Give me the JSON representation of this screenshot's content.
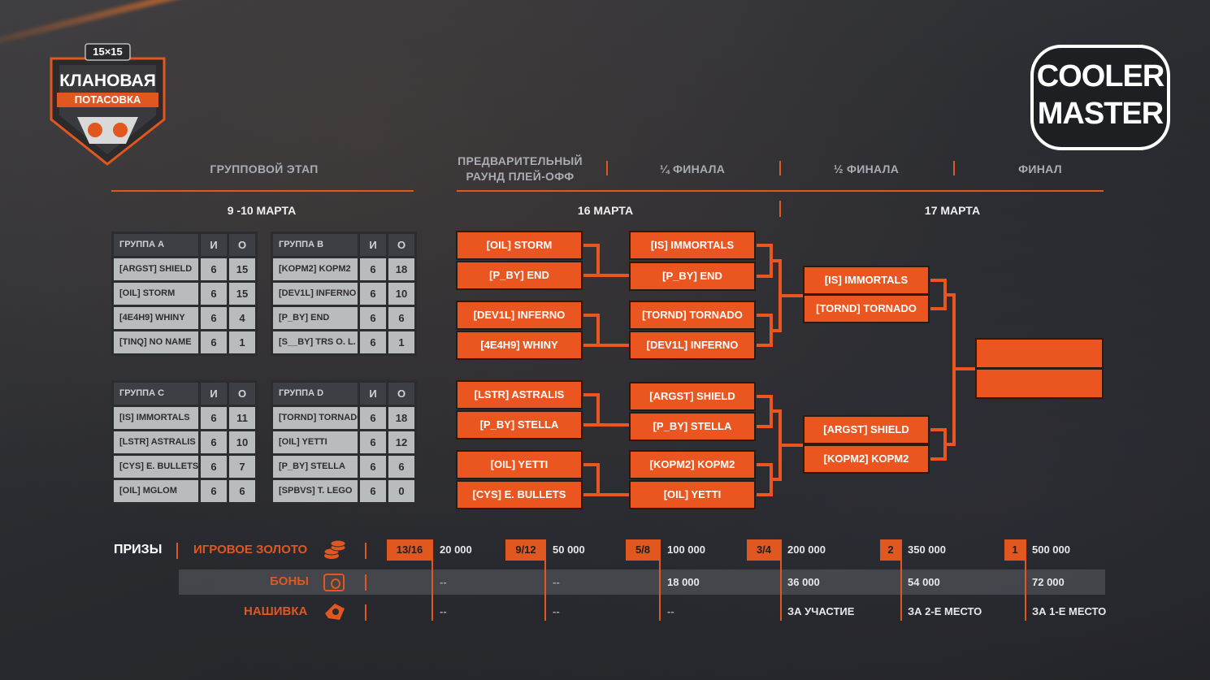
{
  "logo_left": {
    "top": "15×15",
    "line1": "КЛАНОВАЯ",
    "line2": "ПОТАСОВКА"
  },
  "logo_right": {
    "line1": "COOLER",
    "line2": "MASTER"
  },
  "stages": {
    "group": "ГРУППОВОЙ ЭТАП",
    "prelim_line1": "ПРЕДВАРИТЕЛЬНЫЙ",
    "prelim_line2": "РАУНД ПЛЕЙ-ОФФ",
    "quarter": "¼ ФИНАЛА",
    "semi": "½ ФИНАЛА",
    "final": "ФИНАЛ"
  },
  "dates": {
    "group": "9 -10 МАРТА",
    "day1": "16 МАРТА",
    "day2": "17 МАРТА"
  },
  "groups": [
    {
      "name": "ГРУППА A",
      "col_i": "И",
      "col_o": "О",
      "rows": [
        {
          "team": "[ARGST] SHIELD",
          "i": "6",
          "o": "15"
        },
        {
          "team": "[OIL] STORM",
          "i": "6",
          "o": "15"
        },
        {
          "team": "[4E4H9] WHINY",
          "i": "6",
          "o": "4"
        },
        {
          "team": "[TINQ] NO NAME",
          "i": "6",
          "o": "1"
        }
      ]
    },
    {
      "name": "ГРУППА B",
      "col_i": "И",
      "col_o": "О",
      "rows": [
        {
          "team": "[KOPM2] KOPM2",
          "i": "6",
          "o": "18"
        },
        {
          "team": "[DEV1L] INFERNO",
          "i": "6",
          "o": "10"
        },
        {
          "team": "[P_BY] END",
          "i": "6",
          "o": "6"
        },
        {
          "team": "[S__BY] TRS O. L.",
          "i": "6",
          "o": "1"
        }
      ]
    },
    {
      "name": "ГРУППА C",
      "col_i": "И",
      "col_o": "О",
      "rows": [
        {
          "team": "[IS] IMMORTALS",
          "i": "6",
          "o": "11"
        },
        {
          "team": "[LSTR] ASTRALIS",
          "i": "6",
          "o": "10"
        },
        {
          "team": "[CYS] E. BULLETS",
          "i": "6",
          "o": "7"
        },
        {
          "team": "[OIL] MGLOM",
          "i": "6",
          "o": "6"
        }
      ]
    },
    {
      "name": "ГРУППА D",
      "col_i": "И",
      "col_o": "О",
      "rows": [
        {
          "team": "[TORND] TORNADO",
          "i": "6",
          "o": "18"
        },
        {
          "team": "[OIL] YETTI",
          "i": "6",
          "o": "12"
        },
        {
          "team": "[P_BY] STELLA",
          "i": "6",
          "o": "6"
        },
        {
          "team": "[SPBVS] T. LEGO",
          "i": "6",
          "o": "0"
        }
      ]
    }
  ],
  "bracket": {
    "prelim": [
      "[OIL] STORM",
      "[P_BY] END",
      "[DEV1L] INFERNO",
      "[4E4H9] WHINY",
      "[LSTR] ASTRALIS",
      "[P_BY] STELLA",
      "[OIL] YETTI",
      "[CYS] E. BULLETS"
    ],
    "quarter": [
      "[IS] IMMORTALS",
      "[P_BY] END",
      "[TORND] TORNADO",
      "[DEV1L] INFERNO",
      "[ARGST] SHIELD",
      "[P_BY] STELLA",
      "[KOPM2] KOPM2",
      "[OIL] YETTI"
    ],
    "semi": [
      "[IS] IMMORTALS",
      "[TORND] TORNADO",
      "[ARGST] SHIELD",
      "[KOPM2] KOPM2"
    ],
    "final": [
      "",
      ""
    ]
  },
  "prizes": {
    "title": "ПРИЗЫ",
    "rows": {
      "gold": "ИГРОВОЕ ЗОЛОТО",
      "bonds": "БОНЫ",
      "patch": "НАШИВКА"
    },
    "icons": {
      "gold": "coins-icon",
      "bonds": "banknote-icon",
      "patch": "patch-icon"
    },
    "places": [
      {
        "place": "13/16",
        "gold": "20 000",
        "bonds": "--",
        "patch": "--"
      },
      {
        "place": "9/12",
        "gold": "50 000",
        "bonds": "--",
        "patch": "--"
      },
      {
        "place": "5/8",
        "gold": "100 000",
        "bonds": "18 000",
        "patch": "--"
      },
      {
        "place": "3/4",
        "gold": "200 000",
        "bonds": "36 000",
        "patch": "ЗА УЧАСТИЕ"
      },
      {
        "place": "2",
        "gold": "350 000",
        "bonds": "54 000",
        "patch": "ЗА 2-Е МЕСТО"
      },
      {
        "place": "1",
        "gold": "500 000",
        "bonds": "72 000",
        "patch": "ЗА 1-Е МЕСТО"
      }
    ]
  },
  "colors": {
    "accent": "#e0571f",
    "box": "#ea5520"
  }
}
